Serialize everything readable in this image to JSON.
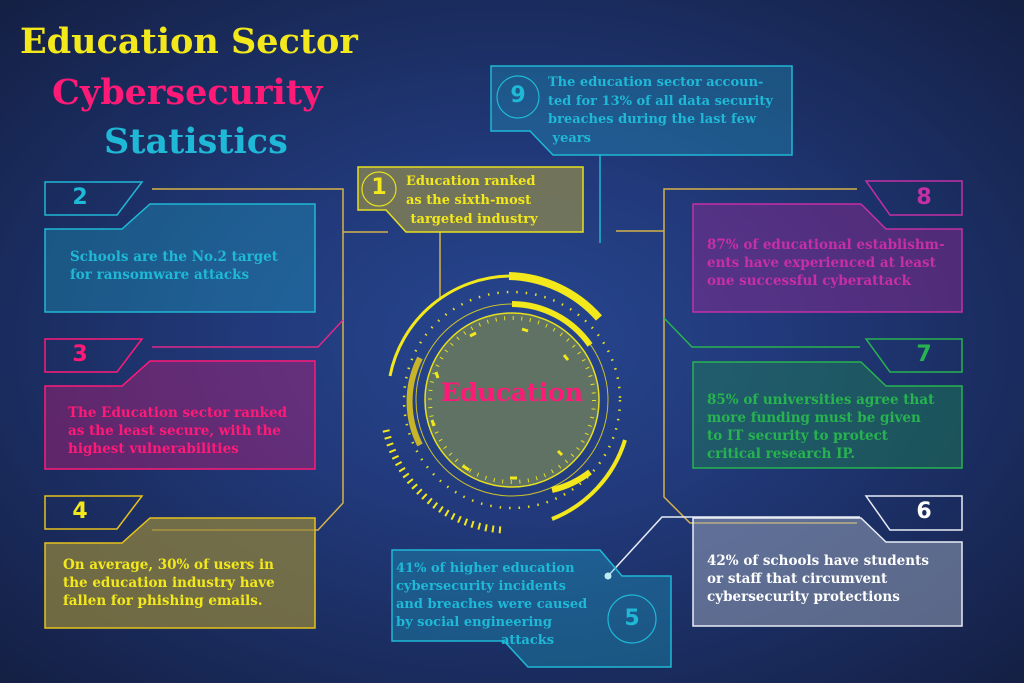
{
  "title": {
    "line1": "Education Sector",
    "line2": "Cybersecurity",
    "line3": "Statistics"
  },
  "colors": {
    "background": "#223a7c",
    "yellow": "#f2e81c",
    "pink": "#ff1a78",
    "cyan": "#1fb8d6",
    "magenta": "#c62fa5",
    "green": "#27b34f",
    "white": "#e8ecf5",
    "gold_line": "#d6b24a"
  },
  "center": {
    "label": "Education"
  },
  "stats": [
    {
      "number": "1",
      "text": "Education ranked as the sixth-most targeted industry"
    },
    {
      "number": "2",
      "text": "Schools are the No.2 target for ransomware attacks"
    },
    {
      "number": "3",
      "text": "The Education sector ranked as the least secure, with the highest vulnerabilities"
    },
    {
      "number": "4",
      "text": "On average, 30% of users in the education industry have fallen for phishing emails."
    },
    {
      "number": "5",
      "text": "41% of higher education cybersecurity incidents and breaches were caused by social engineering attacks"
    },
    {
      "number": "6",
      "text": "42% of schools have students or staff that circumvent cybersecurity protections"
    },
    {
      "number": "7",
      "text": "85% of universities agree that more funding must be given to IT security to protect critical research IP."
    },
    {
      "number": "8",
      "text": "87% of educational establishm-ents have experienced at least one successful cyberattack"
    },
    {
      "number": "9",
      "text": "The education sector accoun-ted for 13% of all data security breaches during the last few years"
    }
  ],
  "stat_lines": {
    "s1": [
      "Education ranked",
      "as the sixth-most",
      " targeted industry"
    ],
    "s2": [
      "Schools are the No.2 target",
      "for ransomware attacks"
    ],
    "s3": [
      "The Education sector ranked",
      "as the least secure, with the",
      "highest vulnerabilities"
    ],
    "s4": [
      "On average, 30% of users in",
      "the education industry have",
      "fallen for phishing emails."
    ],
    "s5": [
      "41% of higher education",
      "cybersecurity incidents",
      "and breaches were caused",
      "by social engineering",
      "attacks"
    ],
    "s6": [
      "42% of schools have students",
      "or staff that circumvent",
      "cybersecurity protections"
    ],
    "s7": [
      "85% of universities agree that",
      "more funding must be given",
      "to IT security to protect",
      "critical research IP."
    ],
    "s8": [
      "87% of educational establishm-",
      "ents have experienced at least",
      "one successful cyberattack"
    ],
    "s9": [
      "The education sector accoun-",
      "ted for 13% of all data security",
      "breaches during the last few",
      " years"
    ]
  }
}
